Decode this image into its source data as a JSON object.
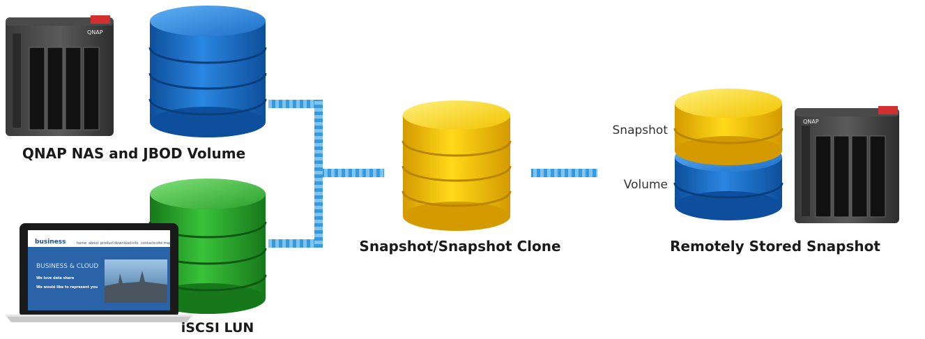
{
  "labels": {
    "nas_volume": "QNAP NAS and JBOD Volume",
    "iscsi": "iSCSI LUN",
    "snapshot_clone": "Snapshot/Snapshot Clone",
    "remote": "Remotely Stored Snapshot",
    "snapshot": "Snapshot",
    "volume": "Volume"
  },
  "nas_brand": "QNAP",
  "laptop": {
    "brand": "business",
    "nav": [
      "home",
      "about",
      "product",
      "download",
      "info",
      "contacts",
      "site map"
    ],
    "banner": "BUSINESS & CLOUD",
    "heading1": "We love data share",
    "heading2": "We would like to represent you"
  },
  "colors": {
    "blue_db": "#1f6fc4",
    "green_db": "#2aa12a",
    "yellow_db": "#f2c400",
    "connector": "#3a9ad9"
  }
}
